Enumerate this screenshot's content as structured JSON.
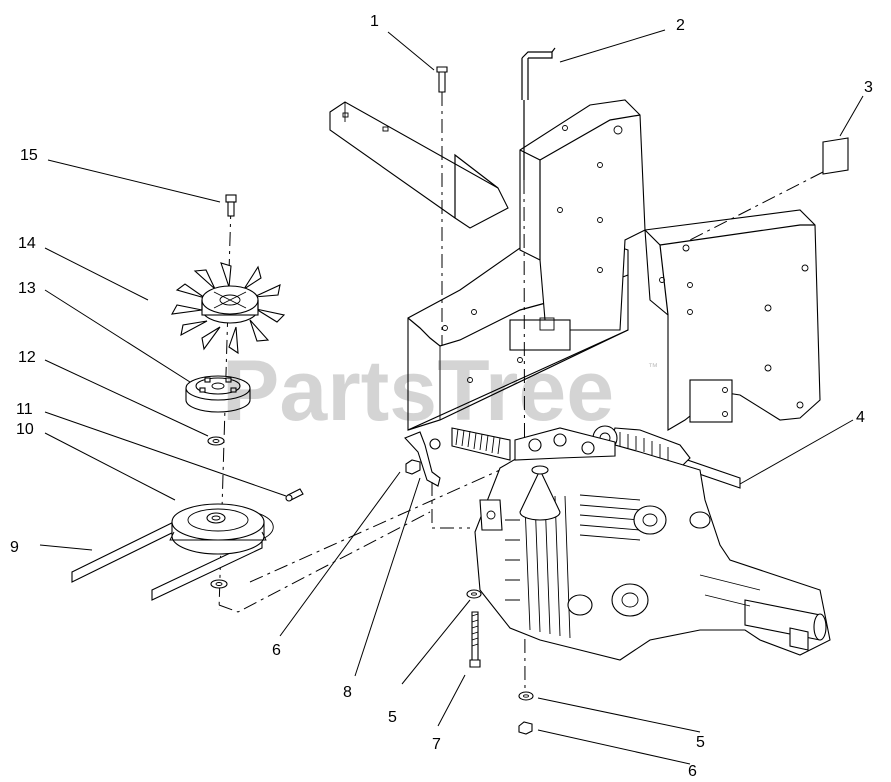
{
  "watermark": {
    "text": "PartsTree",
    "mark": "™"
  },
  "callouts": [
    {
      "id": "c1",
      "label": "1"
    },
    {
      "id": "c2",
      "label": "2"
    },
    {
      "id": "c3",
      "label": "3"
    },
    {
      "id": "c4",
      "label": "4"
    },
    {
      "id": "c5a",
      "label": "5"
    },
    {
      "id": "c5b",
      "label": "5"
    },
    {
      "id": "c6a",
      "label": "6"
    },
    {
      "id": "c6b",
      "label": "6"
    },
    {
      "id": "c7",
      "label": "7"
    },
    {
      "id": "c8",
      "label": "8"
    },
    {
      "id": "c9",
      "label": "9"
    },
    {
      "id": "c10",
      "label": "10"
    },
    {
      "id": "c11",
      "label": "11"
    },
    {
      "id": "c12",
      "label": "12"
    },
    {
      "id": "c13",
      "label": "13"
    },
    {
      "id": "c14",
      "label": "14"
    },
    {
      "id": "c15",
      "label": "15"
    }
  ]
}
